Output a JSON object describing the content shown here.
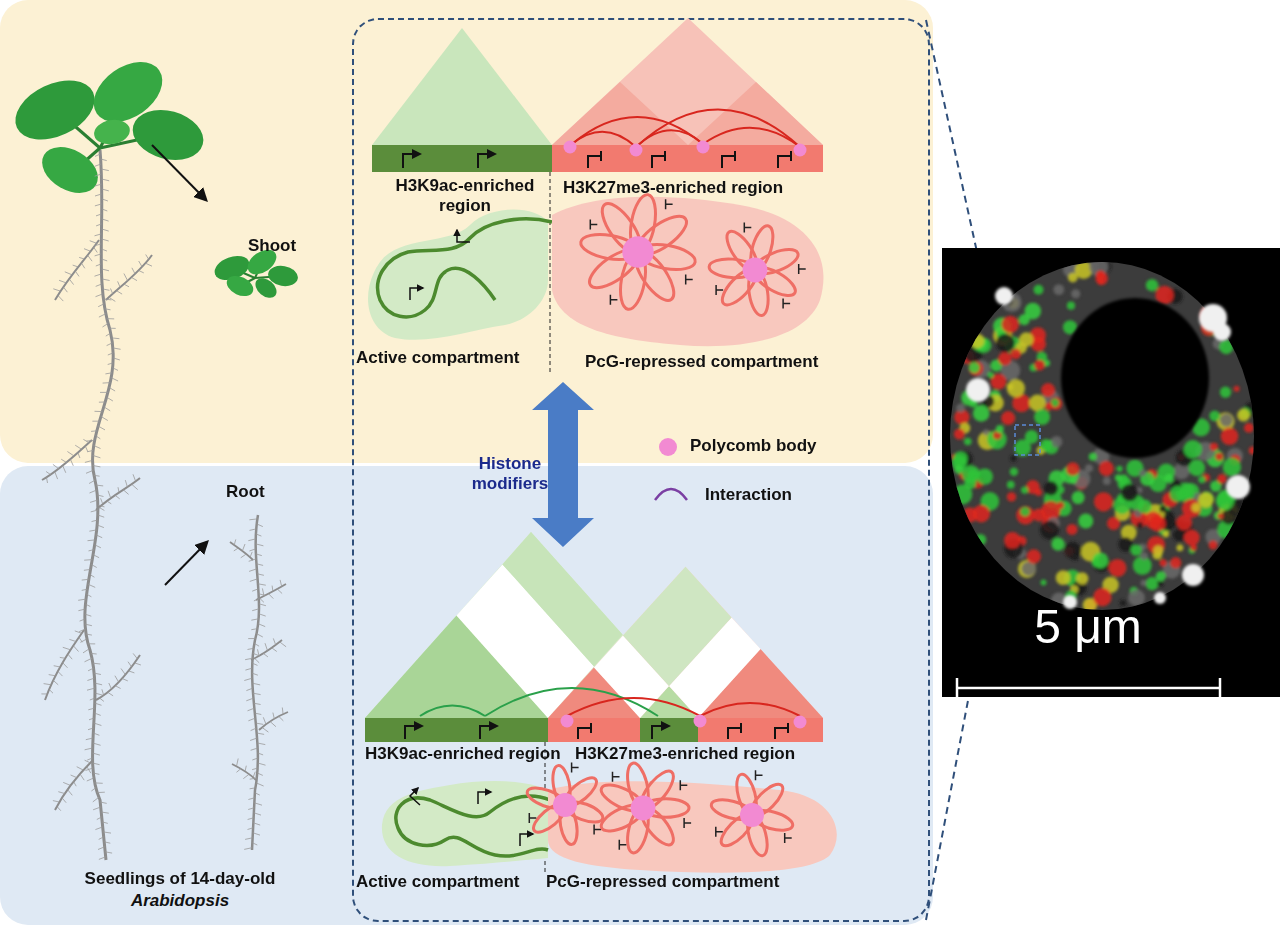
{
  "diagram": {
    "nodes": [
      {
        "text": [
          "Shoot"
        ]
      },
      {
        "text": [
          "Root",
          "Seedlings of 14-day-old",
          "Arabidopsis"
        ]
      },
      {
        "text": [
          "Histone modifiers"
        ]
      },
      {
        "text": [
          "5 μm"
        ]
      }
    ],
    "labels": [
      "H3K9ac-enriched region",
      "H3K27me3-enriched region",
      "Active compartment",
      "PcG-repressed compartment",
      "H3K9ac-enriched region",
      "H3K27me3-enriched region",
      "Active compartment",
      "PcG-repressed compartment"
    ],
    "legend": [
      {
        "text": "Polycomb body",
        "color": "#f28ad2"
      },
      {
        "text": "Interaction"
      }
    ]
  }
}
